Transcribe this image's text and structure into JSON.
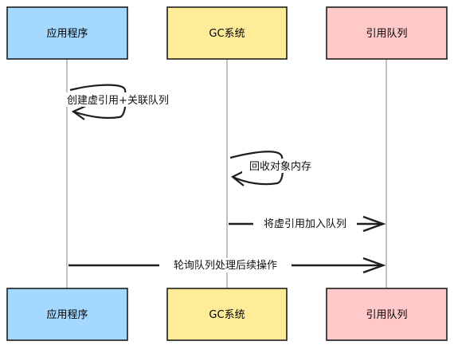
{
  "participants": [
    {
      "id": "app",
      "label": "应用程序",
      "fill": "#a5d8ff"
    },
    {
      "id": "gc",
      "label": "GC系统",
      "fill": "#ffec99"
    },
    {
      "id": "queue",
      "label": "引用队列",
      "fill": "#ffc9c9"
    }
  ],
  "messages": [
    {
      "from": "app",
      "to": "app",
      "label": "创建虚引用+关联队列"
    },
    {
      "from": "gc",
      "to": "gc",
      "label": "回收对象内存"
    },
    {
      "from": "gc",
      "to": "queue",
      "label": "将虚引用加入队列"
    },
    {
      "from": "app",
      "to": "queue",
      "label": "轮询队列处理后续操作"
    }
  ]
}
